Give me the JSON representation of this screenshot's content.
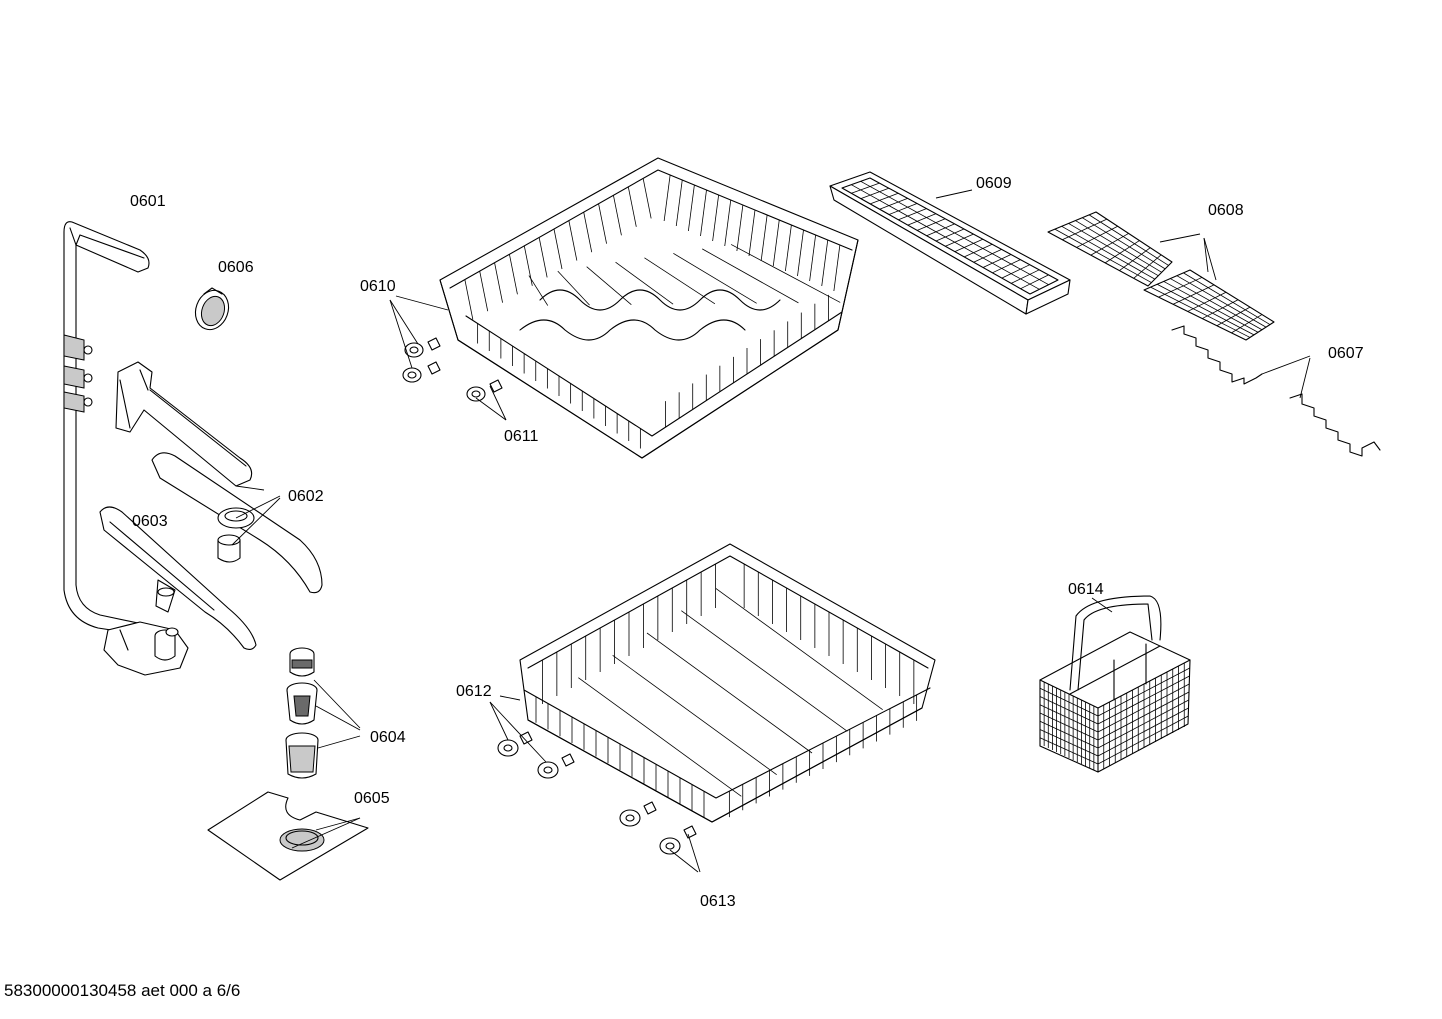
{
  "part_labels": {
    "p0601": "0601",
    "p0602": "0602",
    "p0603": "0603",
    "p0604": "0604",
    "p0605": "0605",
    "p0606": "0606",
    "p0607": "0607",
    "p0608": "0608",
    "p0609": "0609",
    "p0610": "0610",
    "p0611": "0611",
    "p0612": "0612",
    "p0613": "0613",
    "p0614": "0614"
  },
  "footer": {
    "document_id": "58300000130458 aet 000 a 6/6"
  }
}
